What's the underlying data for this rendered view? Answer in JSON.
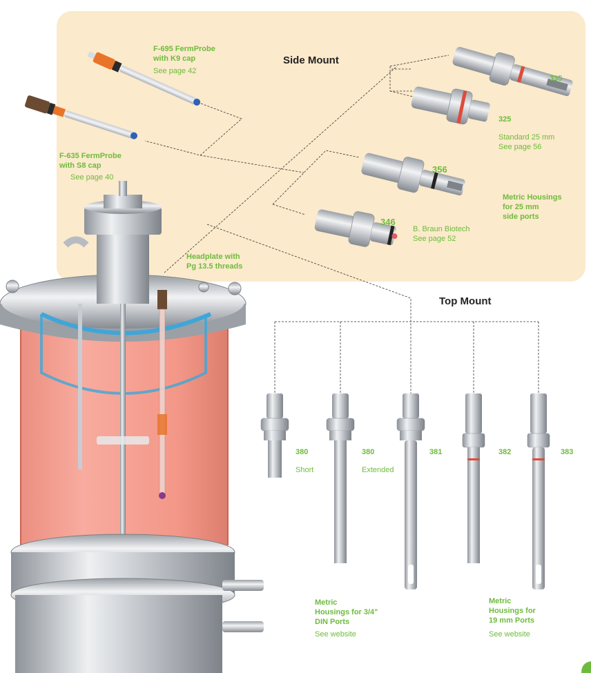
{
  "side_mount": {
    "heading": "Side Mount",
    "probe_k9": {
      "title": "F-695 FermProbe\nwith K9 cap",
      "page": "See page 42"
    },
    "probe_s8": {
      "title": "F-635 FermProbe\nwith S8 cap",
      "page": "See page 40"
    },
    "headplate": "Headplate with\nPg 13.5 threads",
    "housing_335": "335",
    "housing_325": "325",
    "standard_note": "Standard 25 mm\nSee page 56",
    "housing_356": "356",
    "metric_note": "Metric Housings\nfor 25 mm\nside ports",
    "housing_346": "346",
    "braun_note": "B. Braun Biotech\nSee page 52"
  },
  "top_mount": {
    "heading": "Top Mount",
    "housings": [
      {
        "num": "380",
        "note": "Short"
      },
      {
        "num": "380",
        "note": "Extended"
      },
      {
        "num": "381",
        "note": ""
      },
      {
        "num": "382",
        "note": ""
      },
      {
        "num": "383",
        "note": ""
      }
    ],
    "din_note": {
      "title": "Metric\nHousings for 3/4\"\nDIN Ports",
      "link": "See website"
    },
    "mm19_note": {
      "title": "Metric\nHousings for\n19 mm Ports",
      "link": "See website"
    }
  },
  "colors": {
    "panel": "#fbeacb",
    "label_green": "#6dbb3c",
    "heading": "#222222",
    "steel": "#b8bcc2",
    "medium": "#f48f7c",
    "probe_orange": "#e8742a",
    "probe_dark": "#6b4a32",
    "o_ring": "#e04a3a",
    "headplate_ring": "#3fa6d8"
  }
}
